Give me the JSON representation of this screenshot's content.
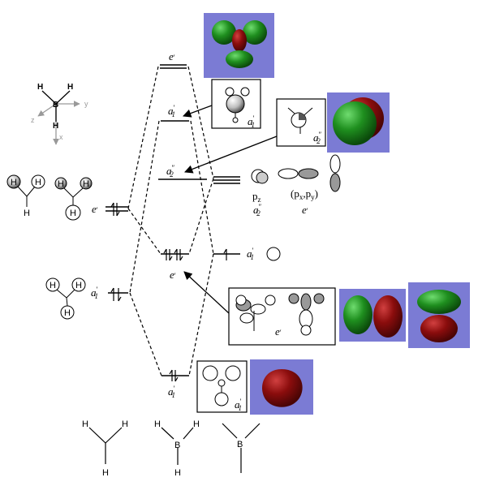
{
  "colors": {
    "panel_bg": "#7b7bd4",
    "lobe_green": "#1f8f1f",
    "lobe_red": "#8b0d0d",
    "line": "#000000",
    "axis_gray": "#999999"
  },
  "labels": {
    "e_prime_top": "e",
    "a1_prime_upper": "a",
    "a2_dprime_upper": "a",
    "e_nb": "e",
    "a1_low_center": "a",
    "e_left": "e",
    "a1_left": "a",
    "a1_right": "a",
    "e_box": "e",
    "a1_box": "a",
    "a2_box": "a",
    "a1_prime_box": "a",
    "pz_label": "p",
    "pz_sub": "z",
    "pxy_label": "(p",
    "pxy_x": "x",
    "pxy_comma": ",p",
    "pxy_y": "y",
    "pxy_close": ")",
    "a2_dprime_right": "a",
    "e_right": "e",
    "prime": "′",
    "dprime": "″",
    "sub1": "1",
    "sub2": "2"
  },
  "atoms": {
    "H": "H",
    "B": "B"
  },
  "axes": {
    "x": "x",
    "y": "y",
    "z": "z"
  }
}
